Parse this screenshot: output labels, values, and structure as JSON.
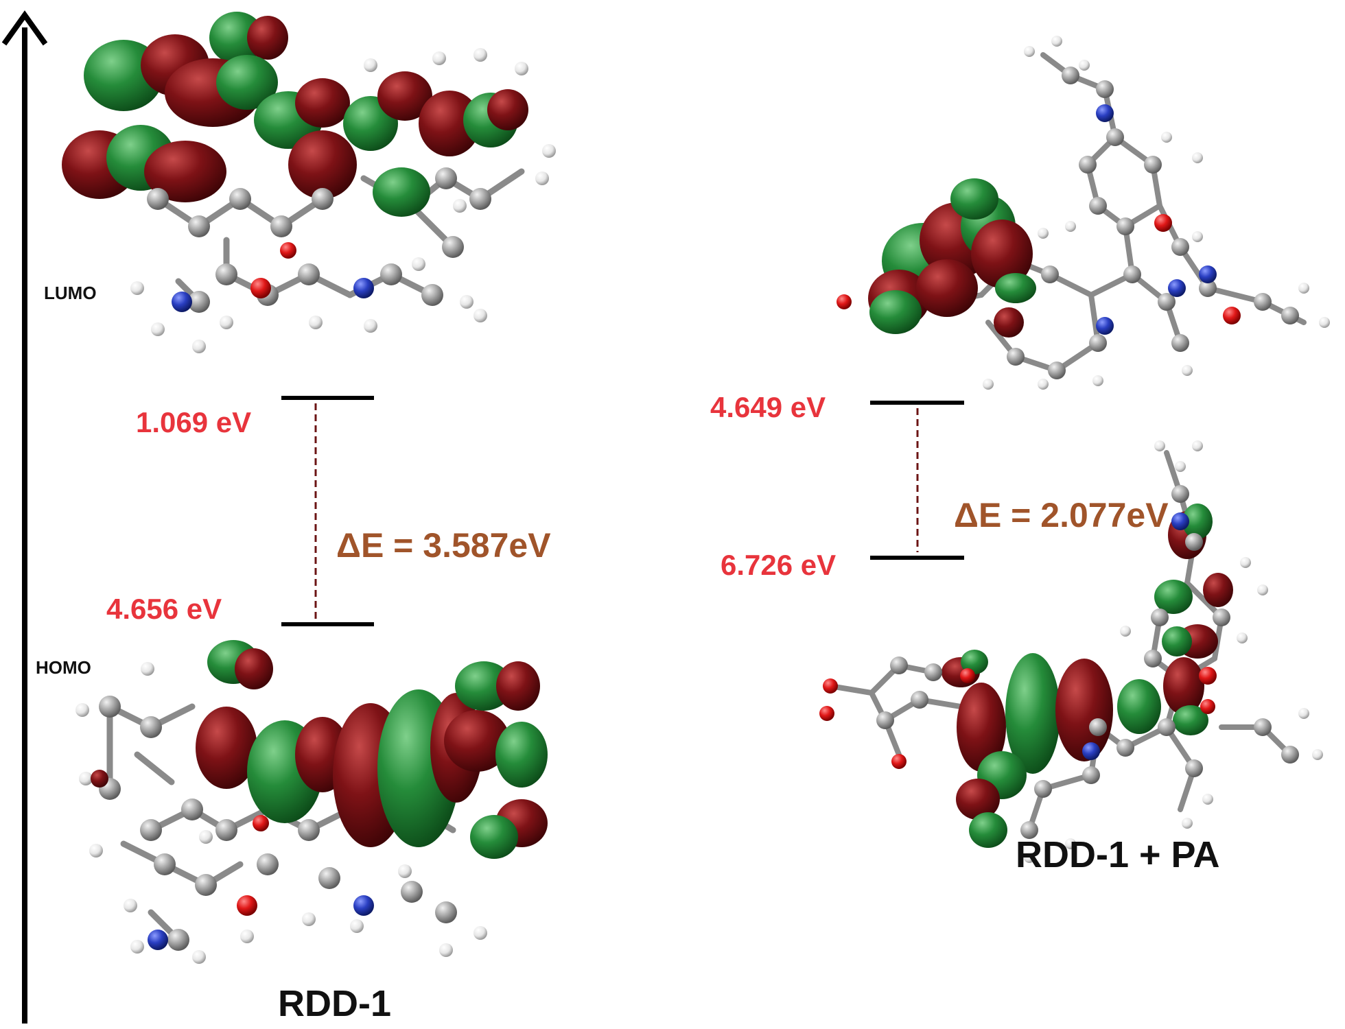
{
  "axis": {
    "lumo_label": "LUMO",
    "homo_label": "HOMO"
  },
  "panels": [
    {
      "name": "RDD-1",
      "lumo_energy": "1.069 eV",
      "homo_energy": "4.656 eV",
      "gap_label": "ΔE = 3.587eV"
    },
    {
      "name": "RDD-1 + PA",
      "lumo_energy": "4.649 eV",
      "homo_energy": "6.726 eV",
      "gap_label": "ΔE = 2.077eV"
    }
  ],
  "colors": {
    "energy_text": "#e8343c",
    "gap_text": "#a0542a",
    "orbital_positive": "#1f7a33",
    "orbital_negative": "#7a0f14",
    "carbon": "#a6a6a6",
    "hydrogen": "#f0f0f0",
    "nitrogen": "#2b3fb0",
    "oxygen": "#e01b1b"
  }
}
